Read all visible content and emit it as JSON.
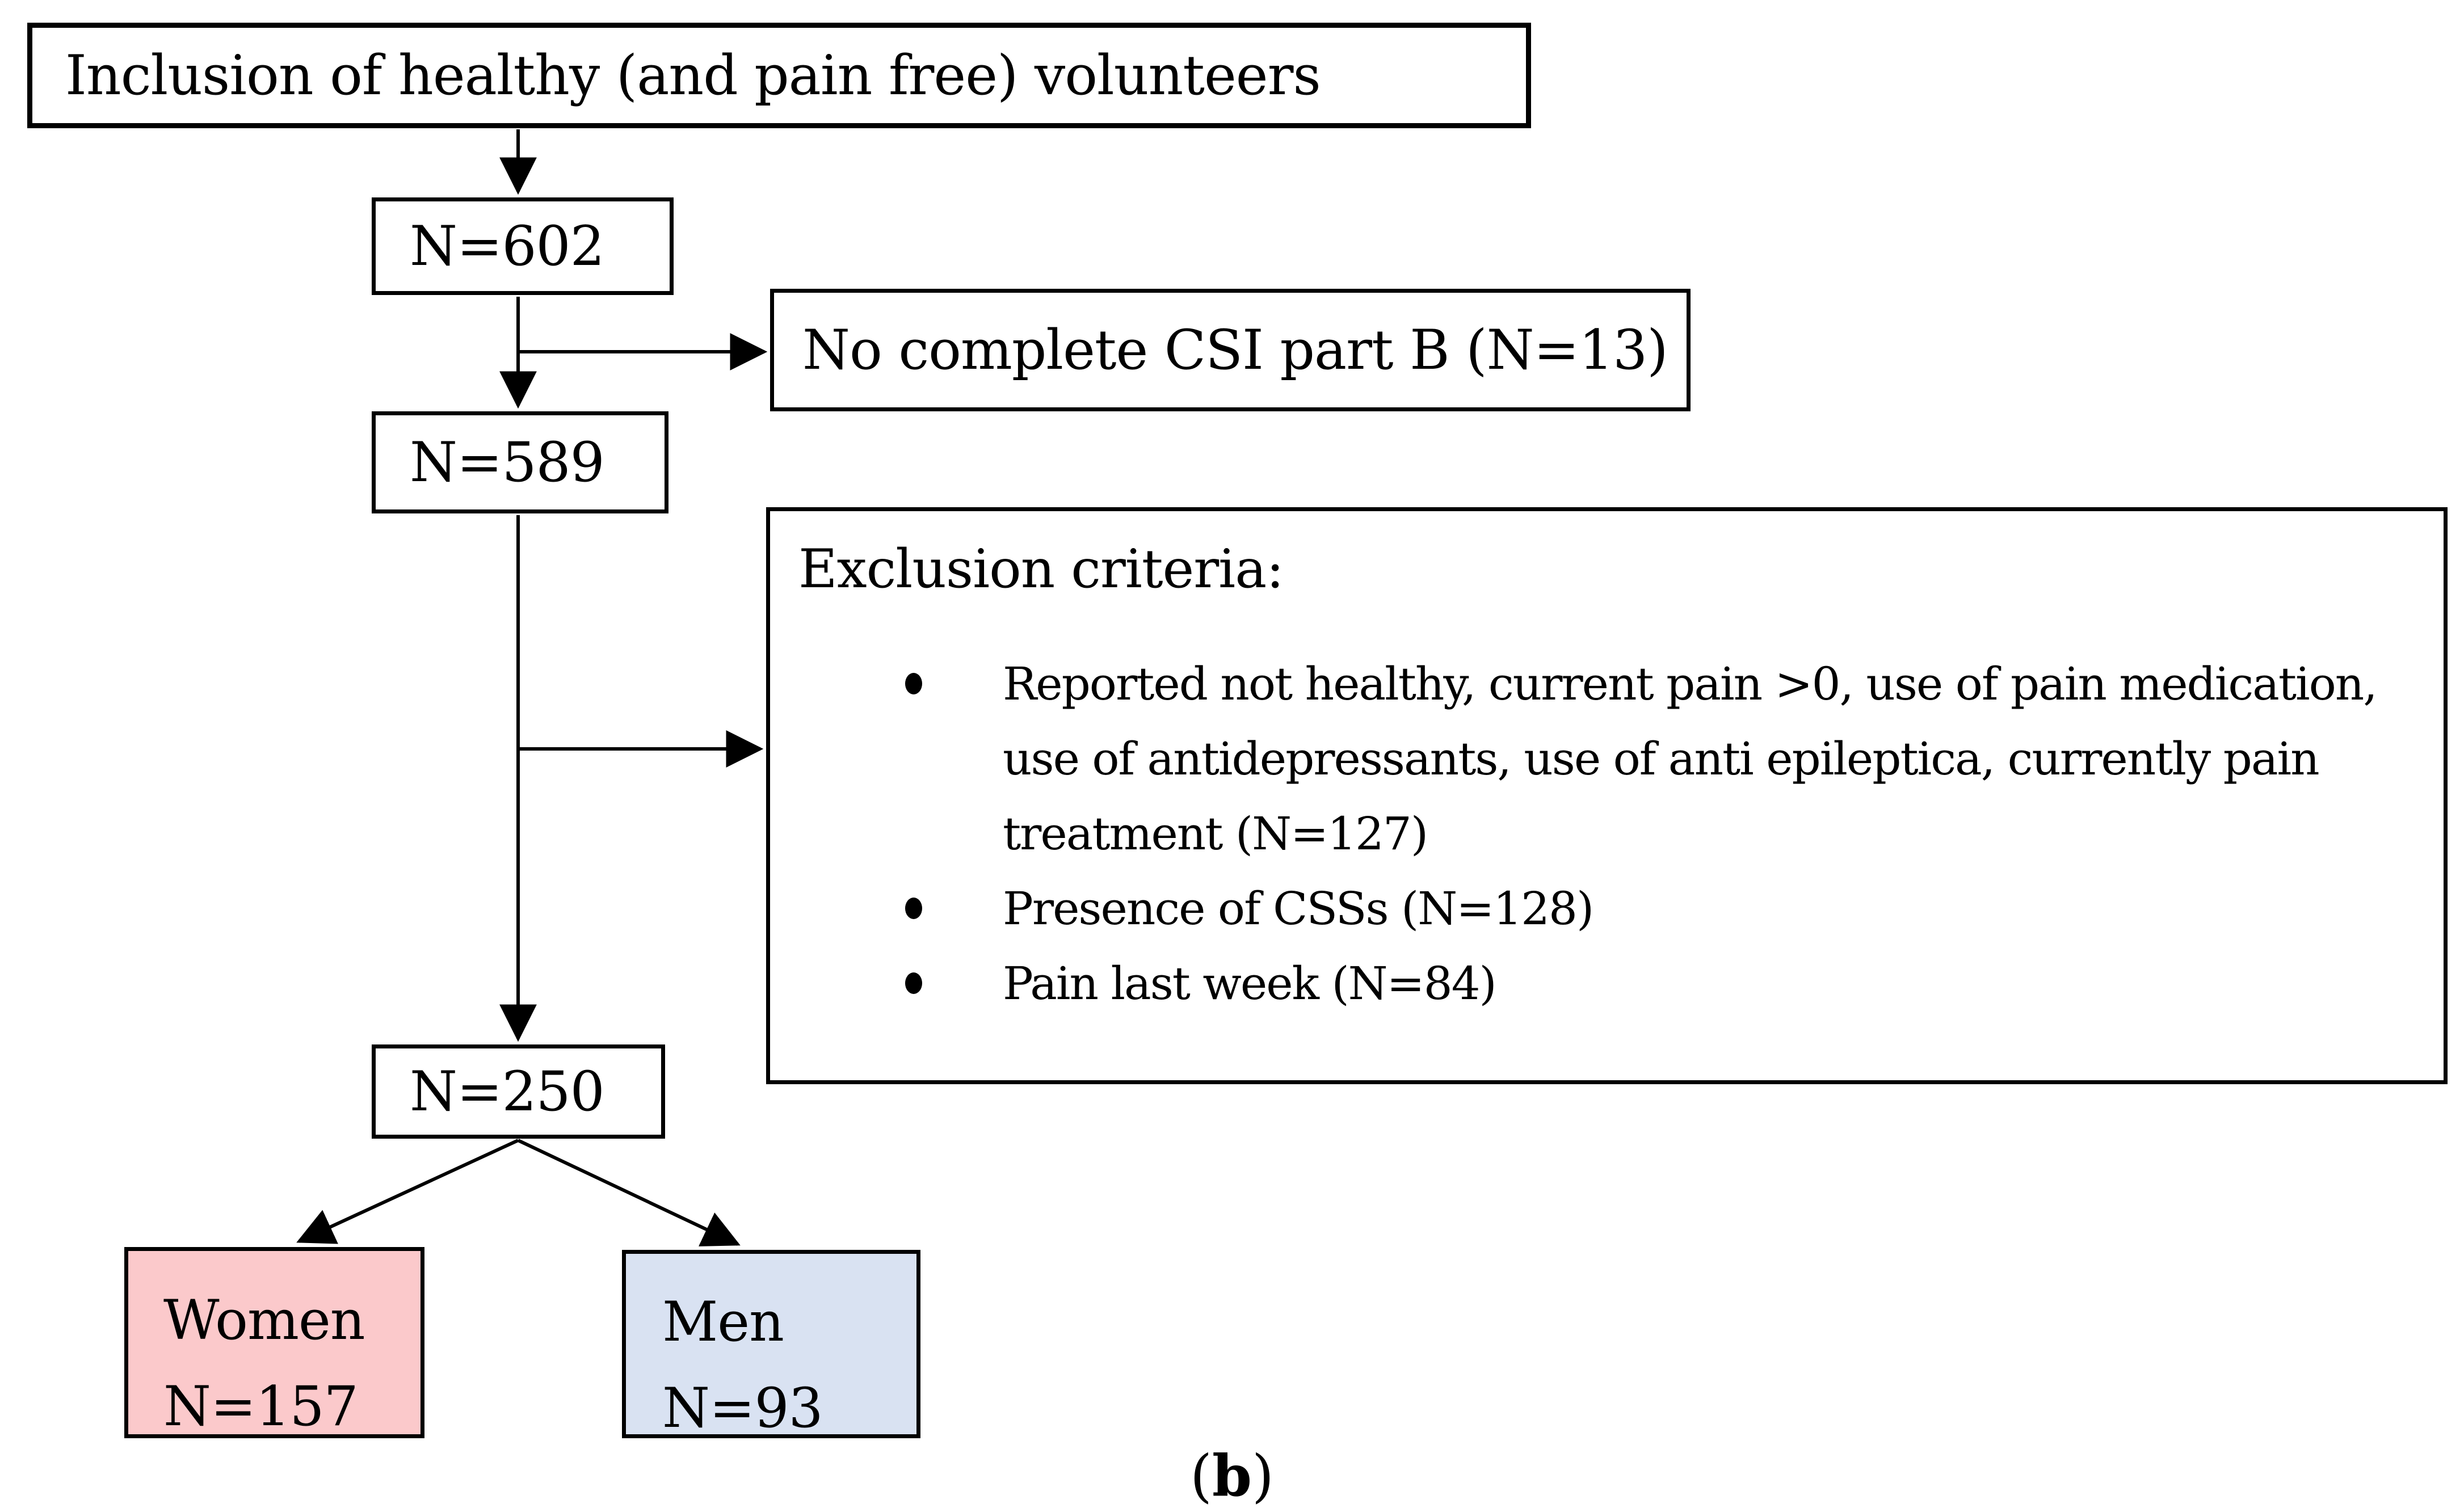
{
  "diagram": {
    "boxes": {
      "inclusion": {
        "label": "Inclusion of healthy (and pain free) volunteers"
      },
      "n602": {
        "label": "N=602"
      },
      "csi_excluded": {
        "label": "No complete CSI part B (N=13)"
      },
      "n589": {
        "label": "N=589"
      },
      "exclusion": {
        "title": "Exclusion criteria:",
        "bullets": [
          "Reported not healthy, current pain >0, use of pain medication, use of antidepressants, use of anti epileptica, currently pain treatment (N=127)",
          "Presence of CSSs (N=128)",
          "Pain last week (N=84)"
        ]
      },
      "n250": {
        "label": "N=250"
      },
      "women": {
        "line1": "Women",
        "line2": "N=157",
        "fill_color": "#fbc9cb"
      },
      "men": {
        "line1": "Men",
        "line2": "N=93",
        "fill_color": "#d9e2f2"
      }
    },
    "caption": {
      "open": "(",
      "letter": "b",
      "close": ")"
    },
    "colors": {
      "line": "#000000",
      "background": "#ffffff"
    }
  }
}
